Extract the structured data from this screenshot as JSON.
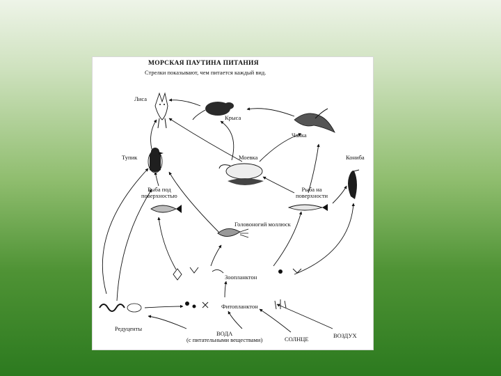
{
  "colors": {
    "background_top": "#eef4e8",
    "background_bottom": "#2c7a1f",
    "paper": "#ffffff",
    "ink": "#111111"
  },
  "diagram": {
    "title": "МОРСКАЯ ПАУТИНА ПИТАНИЯ",
    "subtitle": "Стрелки показывают, чем питается каждый вид.",
    "nodes": {
      "fox": {
        "label": "Лиса",
        "icon": "fox-icon"
      },
      "rat": {
        "label": "Крыса",
        "icon": "rat-icon"
      },
      "gull": {
        "label": "Чайка",
        "icon": "gull-icon"
      },
      "puffin": {
        "label": "Тупик",
        "icon": "puffin-icon"
      },
      "kittiwake": {
        "label": "Моевка",
        "icon": "kittiwake-icon"
      },
      "cormorant": {
        "label": "Кониба",
        "icon": "cormorant-icon"
      },
      "fish_deep": {
        "label": "Рыба под поверхностью",
        "line1": "Рыба под",
        "line2": "поверхностью",
        "icon": "fish-icon"
      },
      "fish_surface": {
        "label": "Рыба на поверхности",
        "line1": "Рыба на",
        "line2": "поверхности",
        "icon": "fish-icon"
      },
      "cephalopod": {
        "label": "Головоногий моллюск",
        "icon": "squid-icon"
      },
      "zooplankton": {
        "label": "Зоопланктон",
        "icon": "zooplankton-icon"
      },
      "phytoplankton": {
        "label": "Фитопланктон",
        "icon": "phytoplankton-icon"
      },
      "decomposers": {
        "label": "Редуценты",
        "icon": "worm-icon"
      },
      "water": {
        "label": "ВОДА",
        "note": "(с питательными веществами)"
      },
      "sun": {
        "label": "СОЛНЦЕ"
      },
      "air": {
        "label": "ВОЗДУХ"
      }
    }
  }
}
